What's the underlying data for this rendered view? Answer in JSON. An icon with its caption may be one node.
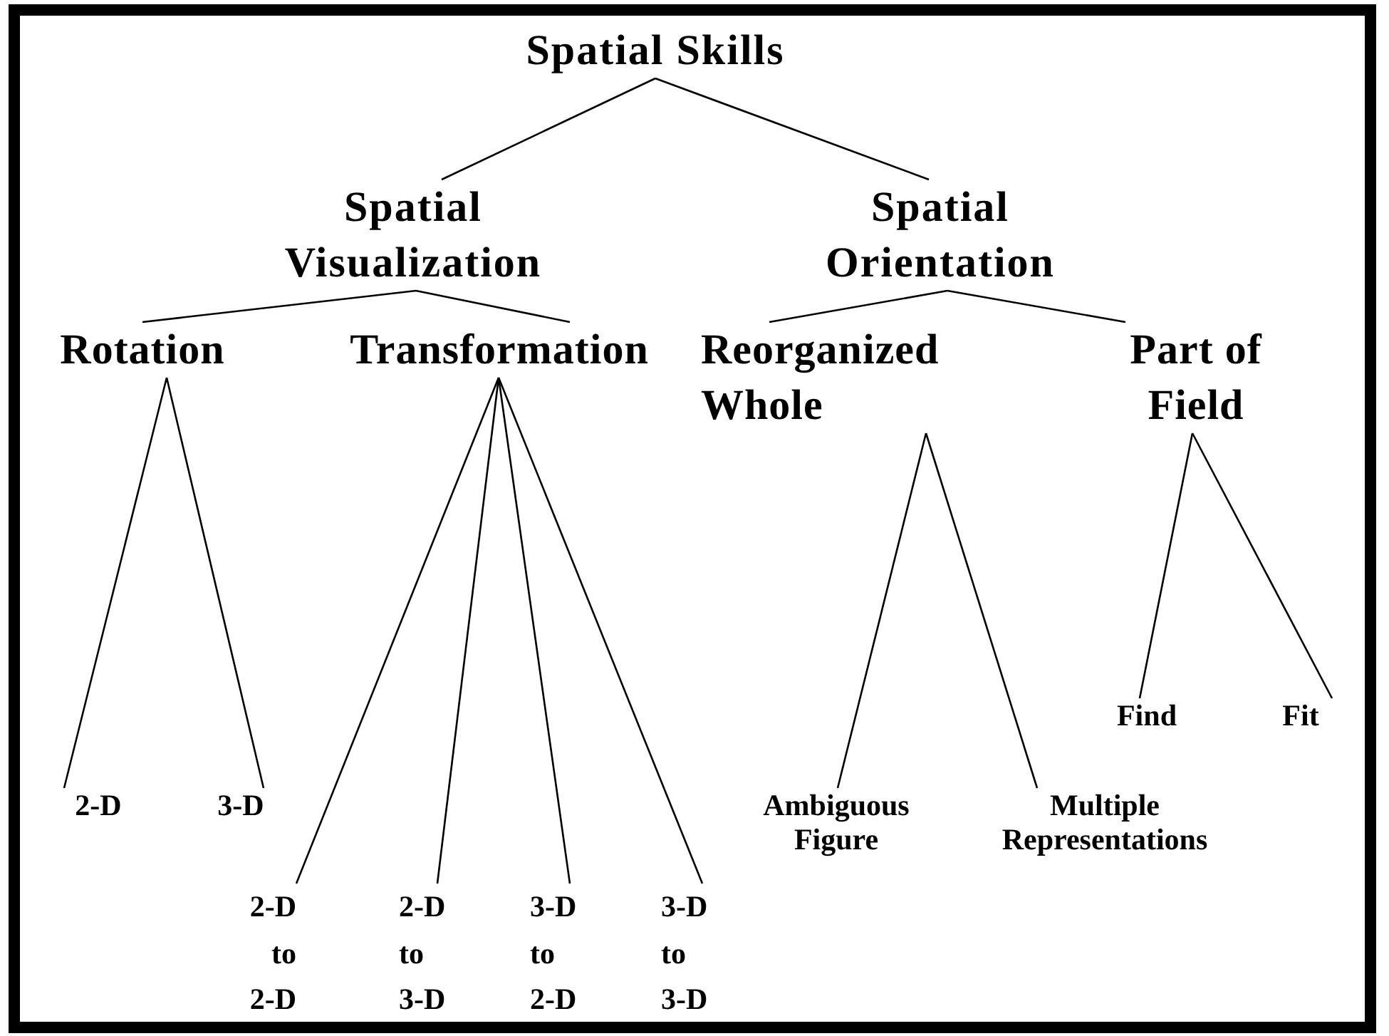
{
  "diagram": {
    "nodes": [
      {
        "text": [
          "Spatial Skills"
        ]
      },
      {
        "text": [
          "Spatial Visualization"
        ]
      },
      {
        "text": [
          "Spatial Orientation"
        ]
      },
      {
        "text": [
          "Rotation"
        ]
      },
      {
        "text": [
          "Transformation"
        ]
      },
      {
        "text": [
          "Reorganized Whole"
        ]
      },
      {
        "text": [
          "Part of Field"
        ]
      },
      {
        "text": [
          "Find"
        ]
      },
      {
        "text": [
          "Fit"
        ]
      },
      {
        "text": [
          "2-D"
        ]
      },
      {
        "text": [
          "3-D"
        ]
      },
      {
        "text": [
          "Ambiguous Figure"
        ]
      },
      {
        "text": [
          "Multiple Representations"
        ]
      },
      {
        "text": [
          "2-D to 2-D"
        ]
      },
      {
        "text": [
          "2-D to 3-D"
        ]
      },
      {
        "text": [
          "3-D to 2-D"
        ]
      },
      {
        "text": [
          "3-D to 3-D"
        ]
      }
    ],
    "edges": [
      {
        "from": 0,
        "to": 1,
        "arrow": "none"
      },
      {
        "from": 0,
        "to": 2,
        "arrow": "none"
      },
      {
        "from": 1,
        "to": 3,
        "arrow": "none"
      },
      {
        "from": 1,
        "to": 4,
        "arrow": "none"
      },
      {
        "from": 2,
        "to": 5,
        "arrow": "none"
      },
      {
        "from": 2,
        "to": 6,
        "arrow": "none"
      },
      {
        "from": 3,
        "to": 9,
        "arrow": "none"
      },
      {
        "from": 3,
        "to": 10,
        "arrow": "none"
      },
      {
        "from": 4,
        "to": 13,
        "arrow": "none"
      },
      {
        "from": 4,
        "to": 14,
        "arrow": "none"
      },
      {
        "from": 4,
        "to": 15,
        "arrow": "none"
      },
      {
        "from": 4,
        "to": 16,
        "arrow": "none"
      },
      {
        "from": 5,
        "to": 11,
        "arrow": "none"
      },
      {
        "from": 5,
        "to": 12,
        "arrow": "none"
      },
      {
        "from": 6,
        "to": 7,
        "arrow": "none"
      },
      {
        "from": 6,
        "to": 8,
        "arrow": "none"
      }
    ]
  }
}
